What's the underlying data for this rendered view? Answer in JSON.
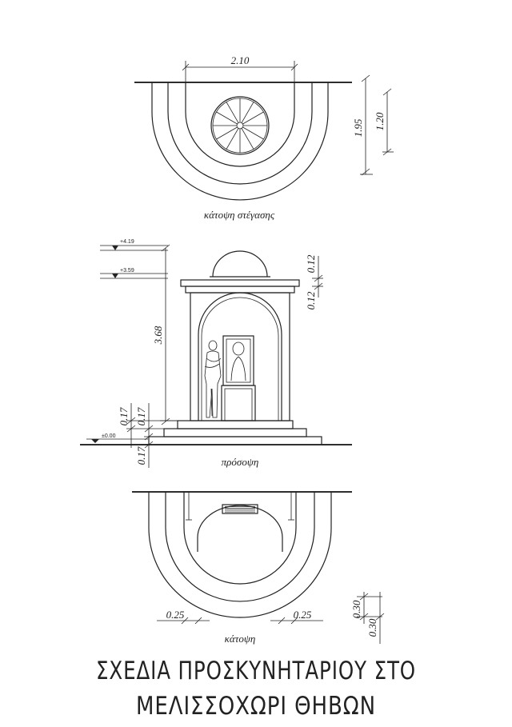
{
  "roof_plan": {
    "width_label": "2.10",
    "depth_label": "1.95",
    "inner_label": "1.20",
    "caption": "κάτοψη στέγασης"
  },
  "elevation": {
    "level_top": "+4.19",
    "level_cornice": "+3.59",
    "level_ground": "±0.00",
    "height_label": "3.68",
    "cornice_label_top": "0.12",
    "cornice_label_bottom": "0.12",
    "step_label_1": "0.17",
    "step_label_2": "0.17",
    "step_label_3": "0.17",
    "caption": "πρόσοψη"
  },
  "floor_plan": {
    "wall_left_label": "0.25",
    "wall_right_label": "0.25",
    "depth_label_1": "0.30",
    "depth_label_2": "0.30",
    "caption": "κάτοψη"
  },
  "title": {
    "line1": "ΣΧΕΔΙΑ ΠΡΟΣΚΥΝΗΤΑΡΙΟΥ ΣΤΟ",
    "line2": "ΜΕΛΙΣΣΟΧΩΡΙ ΘΗΒΩΝ"
  }
}
